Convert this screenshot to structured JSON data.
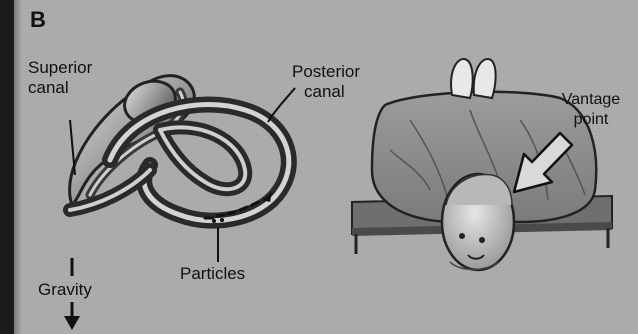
{
  "figure": {
    "panel_letter": "B",
    "labels": {
      "superior_canal": [
        "Superior",
        "canal"
      ],
      "posterior_canal": [
        "Posterior",
        "canal"
      ],
      "particles": "Particles",
      "gravity": "Gravity",
      "vantage_point": [
        "Vantage",
        "point"
      ]
    },
    "colors": {
      "background": "#a9a9a9",
      "frame": "#1a1a1a",
      "ink": "#111111",
      "canal": "#4a4a4a",
      "canal_highlight": "#c9c9c9"
    },
    "icons": [
      "gravity-arrow-icon",
      "vantage-arrow-icon",
      "particles-icon"
    ]
  }
}
